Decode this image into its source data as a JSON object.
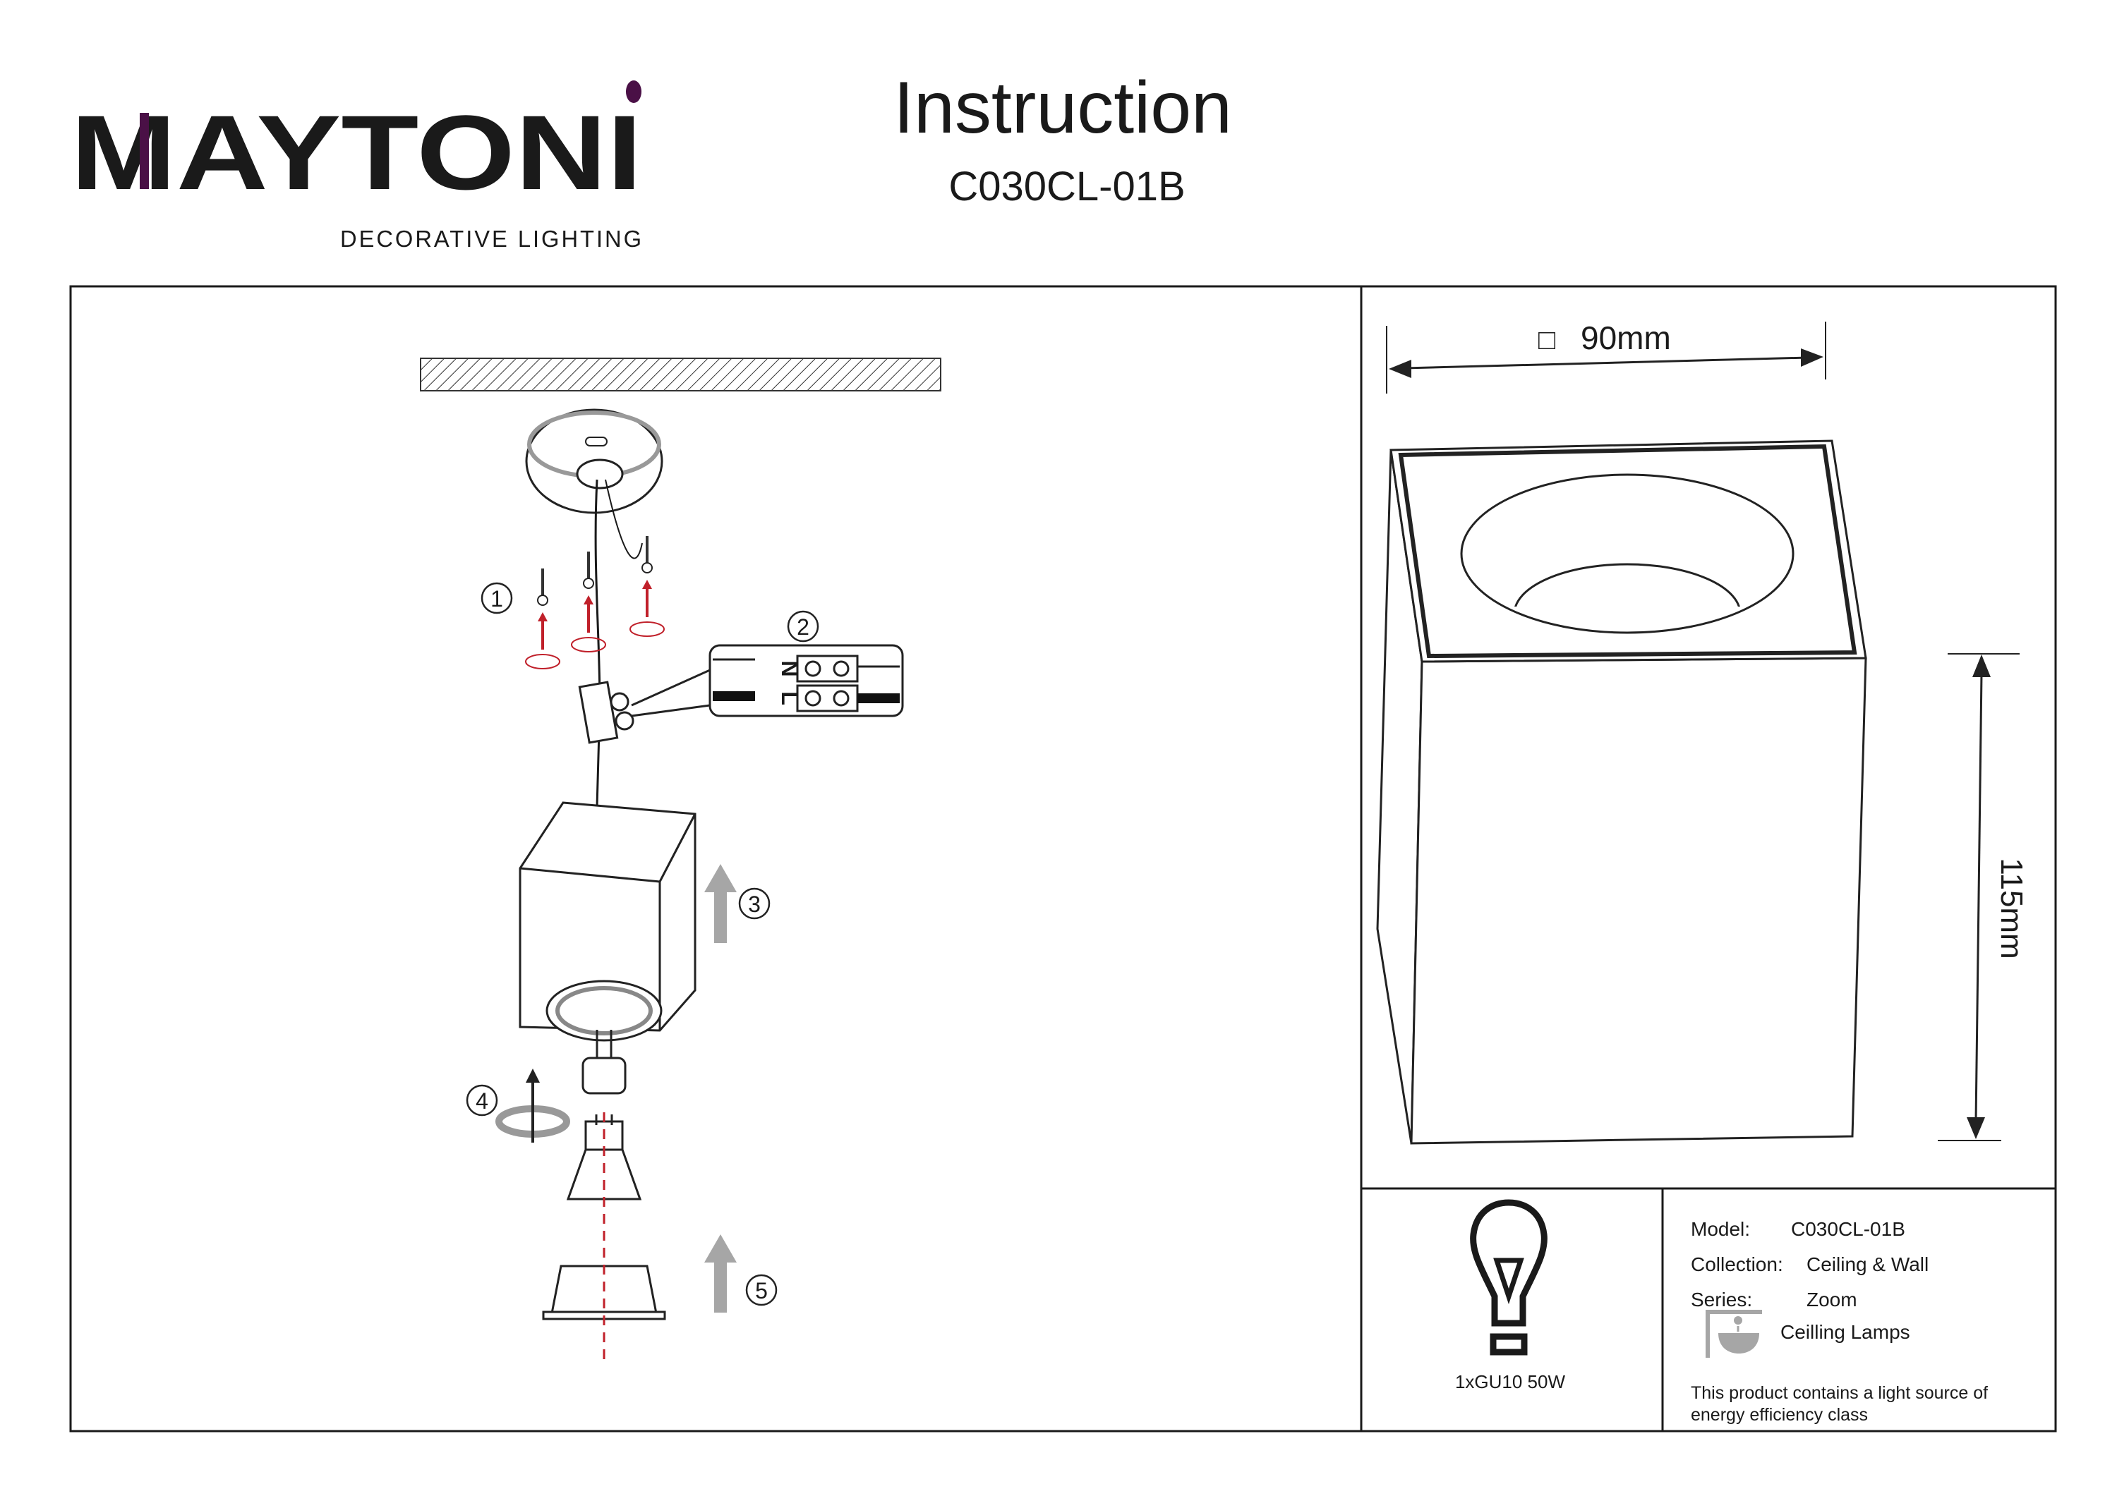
{
  "header": {
    "brand": "MAYTONI",
    "brand_tagline": "DECORATIVE LIGHTING",
    "title": "Instruction",
    "model_code": "C030CL-01B"
  },
  "steps": [
    "1",
    "2",
    "3",
    "4",
    "5"
  ],
  "wiring": {
    "neutral": "N",
    "live": "L"
  },
  "dimensions": {
    "width": "90mm",
    "height": "115mm",
    "width_symbol": "□"
  },
  "bulb": {
    "spec": "1xGU10 50W"
  },
  "info": {
    "model_label": "Model:",
    "model_value": "C030CL-01B",
    "collection_label": "Collection:",
    "collection_value": "Ceiling & Wall",
    "series_label": "Series:",
    "series_value": "Zoom",
    "type_value": "Ceilling Lamps",
    "energy_line1": "This product contains a light source of",
    "energy_line2": "energy efficiency class"
  },
  "colors": {
    "brand_accent": "#4a1046",
    "arrow_red": "#c0202a",
    "arrow_gray": "#a6a6a6"
  }
}
